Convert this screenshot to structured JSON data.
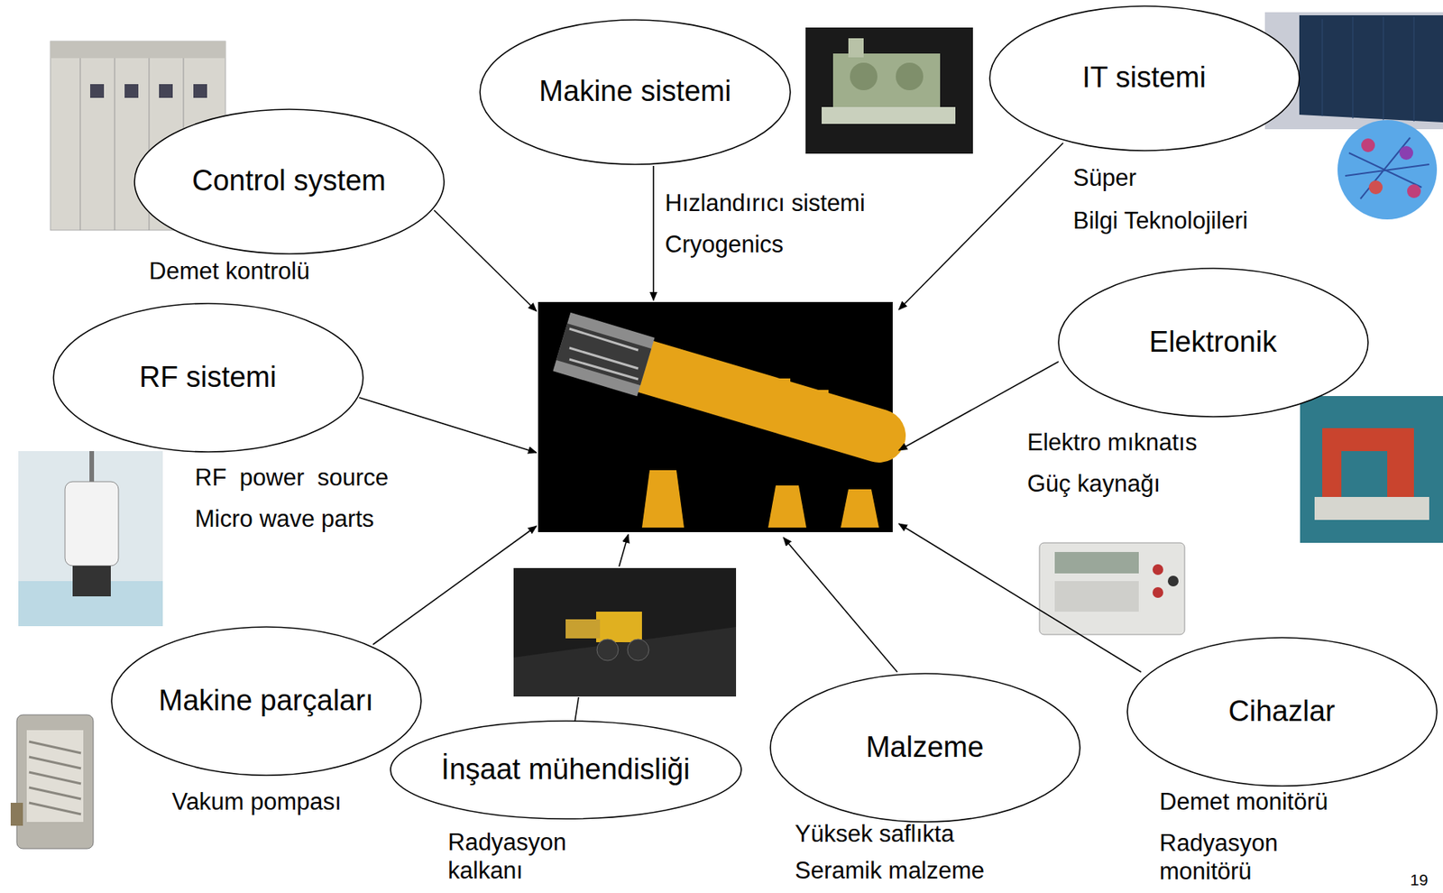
{
  "diagram": {
    "nodes": [
      {
        "text": [
          "Makine sistemi"
        ]
      },
      {
        "text": [
          "IT sistemi"
        ]
      },
      {
        "text": [
          "Control system"
        ]
      },
      {
        "text": [
          "RF sistemi"
        ]
      },
      {
        "text": [
          "Elektronik"
        ]
      },
      {
        "text": [
          "Makine parçaları"
        ]
      },
      {
        "text": [
          "İnşaat mühendisliği"
        ]
      },
      {
        "text": [
          "Malzeme"
        ]
      },
      {
        "text": [
          "Cihazlar"
        ]
      }
    ],
    "labels": [
      "Hızlandırıcı sistemi",
      "Cryogenics",
      "Süper",
      "Bilgi Teknolojileri",
      "Demet kontrolü",
      "RF  power  source",
      "Micro wave parts",
      "Elektro mıknatıs",
      "Güç kaynağı",
      "Vakum pompası",
      "Radyasyon kalkanı",
      "Yüksek saflıkta",
      "Seramik malzeme",
      "Demet monitörü",
      "Radyasyon monitörü",
      "19"
    ]
  }
}
